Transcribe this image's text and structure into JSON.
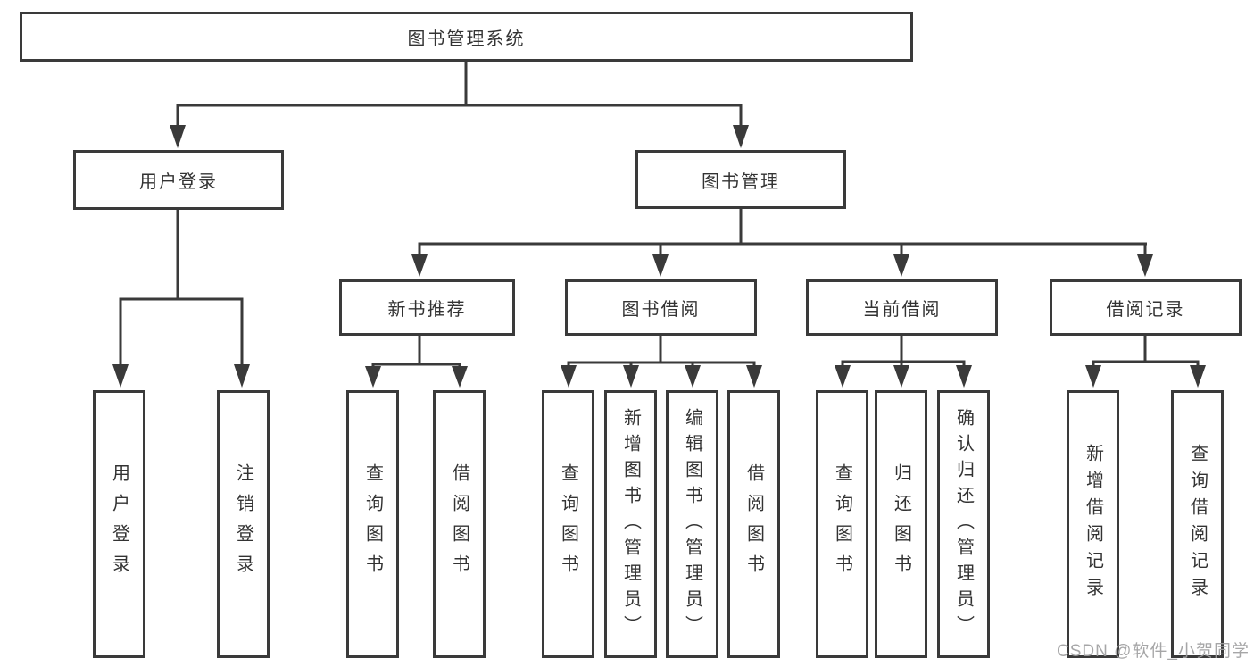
{
  "diagram": {
    "root": {
      "label": "图书管理系统"
    },
    "user_login": {
      "label": "用户登录",
      "children": {
        "login": {
          "label": "用户登录"
        },
        "logout": {
          "label": "注销登录"
        }
      }
    },
    "book_mgmt": {
      "label": "图书管理",
      "children": {
        "new_books": {
          "label": "新书推荐",
          "children": {
            "query_books": {
              "label": "查询图书"
            },
            "borrow_books": {
              "label": "借阅图书"
            }
          }
        },
        "book_borrow": {
          "label": "图书借阅",
          "children": {
            "query_books": {
              "label": "查询图书"
            },
            "add_books": {
              "label": "新增图书（管理员）"
            },
            "edit_books": {
              "label": "编辑图书（管理员）"
            },
            "borrow_books": {
              "label": "借阅图书"
            }
          }
        },
        "current_borrow": {
          "label": "当前借阅",
          "children": {
            "query_books": {
              "label": "查询图书"
            },
            "return_books": {
              "label": "归还图书"
            },
            "confirm_return": {
              "label": "确认归还（管理员）"
            }
          }
        },
        "borrow_records": {
          "label": "借阅记录",
          "children": {
            "add_record": {
              "label": "新增借阅记录"
            },
            "query_record": {
              "label": "查询借阅记录"
            }
          }
        }
      }
    }
  },
  "watermark": {
    "text": "CSDN @软件_小贺同学"
  },
  "colors": {
    "line": "#3a3a3a",
    "text": "#333333",
    "watermark": "#9e9ea0",
    "background": "#ffffff"
  }
}
